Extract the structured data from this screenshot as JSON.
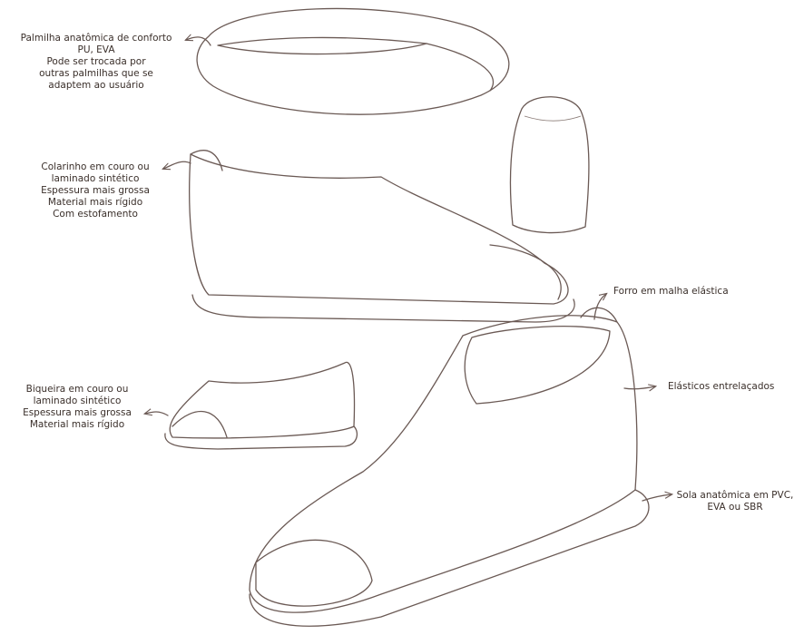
{
  "labels": {
    "insole": [
      "Palmilha anatômica de conforto",
      "PU, EVA",
      "Pode ser trocada por",
      "outras palmilhas que se",
      "adaptem ao usuário"
    ],
    "collar": [
      "Colarinho em couro ou",
      "laminado sintético",
      "Espessura mais grossa",
      "Material mais rígido",
      "Com estofamento"
    ],
    "lining": [
      "Forro em malha elástica"
    ],
    "toecap": [
      "Biqueira em couro ou",
      "laminado sintético",
      "Espessura mais grossa",
      "Material mais rígido"
    ],
    "elastics": [
      "Elásticos entrelaçados"
    ],
    "sole": [
      "Sola anatômica em PVC,",
      "EVA ou SBR"
    ]
  },
  "colors": {
    "ink": "#6b5a55",
    "text": "#3a2f2a",
    "paper": "#ffffff"
  }
}
